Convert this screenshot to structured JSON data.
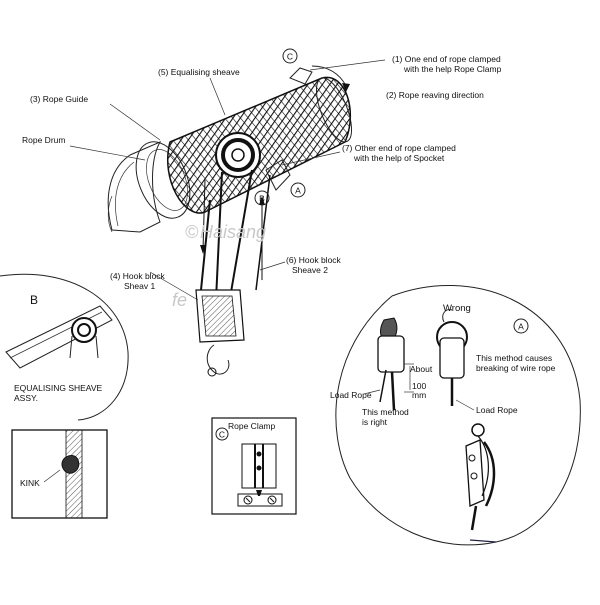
{
  "labels": {
    "equalising_sheave": "(5) Equalising sheave",
    "rope_guide": "(3) Rope Guide",
    "rope_drum": "Rope Drum",
    "one_end_line1": "(1) One end of rope clamped",
    "one_end_line2": "with the help Rope Clamp",
    "reaving": "(2) Rope reaving direction",
    "other_end_line1": "(7)  Other end of rope clamped",
    "other_end_line2": "with the help of Spocket",
    "hook_block_4_line1": "(4) Hook block",
    "hook_block_4_line2": "Sheav 1",
    "hook_block_6_line1": "(6) Hook block",
    "hook_block_6_line2": "Sheave 2",
    "marker_b": "B",
    "marker_c": "C",
    "marker_a": "A",
    "detail_b_letter": "B",
    "detail_b_line1": "EQUALISING SHEAVE",
    "detail_b_line2": "ASSY.",
    "kink": "KINK",
    "rope_clamp": "Rope Clamp",
    "wrong": "Wrong",
    "about": "About",
    "mm100_line1": "100",
    "mm100_line2": "mm",
    "load_rope_left": "Load Rope",
    "right_line1": "This method",
    "right_line2": "is right",
    "causes_line1": "This method causes",
    "causes_line2": "breaking of wire rope",
    "load_rope_right": "Load Rope"
  },
  "watermarks": {
    "brand": "Haisang",
    "copyright": "©",
    "fe": "fe"
  },
  "colors": {
    "ink": "#111111",
    "drum_grid": "#222222",
    "watermark": "#c8c8c8"
  }
}
